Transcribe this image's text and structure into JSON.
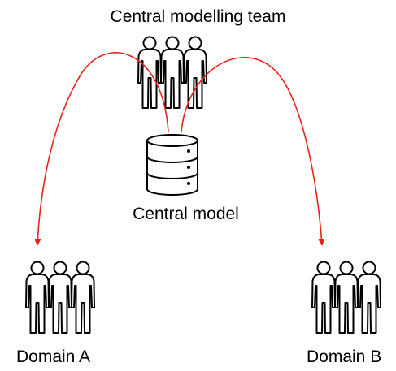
{
  "diagram": {
    "title": "Central modelling team",
    "central_model_label": "Central model",
    "domain_a_label": "Domain A",
    "domain_b_label": "Domain B",
    "team_icon": "people-group-icon",
    "model_icon": "database-icon",
    "arrow_color": "#e8231c",
    "stroke_color": "#000000"
  }
}
